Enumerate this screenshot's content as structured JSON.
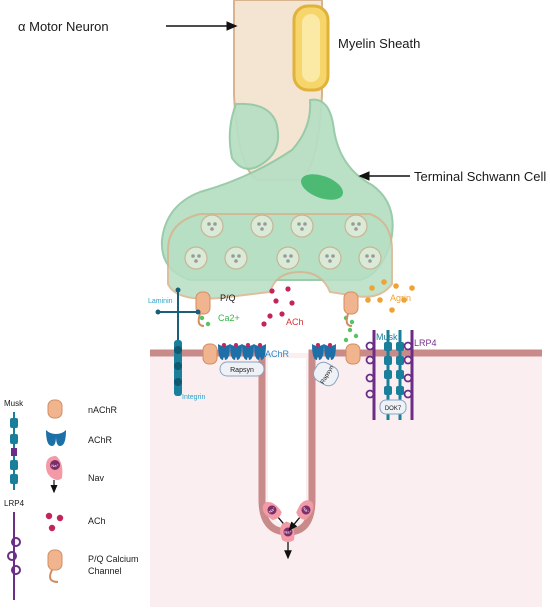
{
  "labels": {
    "motor_neuron": "α Motor Neuron",
    "myelin_sheath": "Myelin Sheath",
    "terminal_schwann_cell": "Terminal Schwann Cell",
    "laminin": "Laminin",
    "pq": "P/Q",
    "ca2": "Ca2+",
    "ach_release": "ACh",
    "agrin": "Agrin",
    "musk": "Musk",
    "lrp4": "LRP4",
    "achr": "AChR",
    "rapsyn_left": "Rapsyn",
    "rapsyn_right": "Rapsyn",
    "dok7": "DOK7",
    "integrin": "Integrin",
    "na_symbol": "Na⁺"
  },
  "legend": {
    "musk": "Musk",
    "lrp4": "LRP4",
    "items": [
      {
        "label": "nAChR"
      },
      {
        "label": "AChR"
      },
      {
        "label": "Nav"
      },
      {
        "label": "ACh"
      },
      {
        "label_line1": "P/Q Calcium",
        "label_line2": "Channel"
      }
    ]
  },
  "colors": {
    "axon_fill": "#f4e4d2",
    "axon_stroke": "#d8b48e",
    "myelin_fill": "#f6d66a",
    "myelin_stroke": "#e1b23b",
    "schwann_fill": "#b7dfc4",
    "schwann_stroke": "#95c9a6",
    "nucleus": "#4cba73",
    "muscle_fill": "#fbeef0",
    "membrane": "#c98a8a",
    "channel": "#f0b48e",
    "achr": "#1d6fa8",
    "ach_dot": "#c4245a",
    "ca_dot": "#55c363",
    "agrin_dot": "#f0a335",
    "musk": "#1a7f9b",
    "lrp4": "#6b2d86",
    "nav": "#f39aa6",
    "text_main": "#1a1a1a",
    "laminin_text": "#29a3cf",
    "ca_text": "#3bb34a",
    "ach_text": "#d3343a",
    "agrin_text": "#f0a335",
    "musk_text": "#1a7f9b",
    "lrp4_text": "#7a2f8f",
    "achr_text": "#2e86c8",
    "integrin_text": "#29a3cf"
  }
}
